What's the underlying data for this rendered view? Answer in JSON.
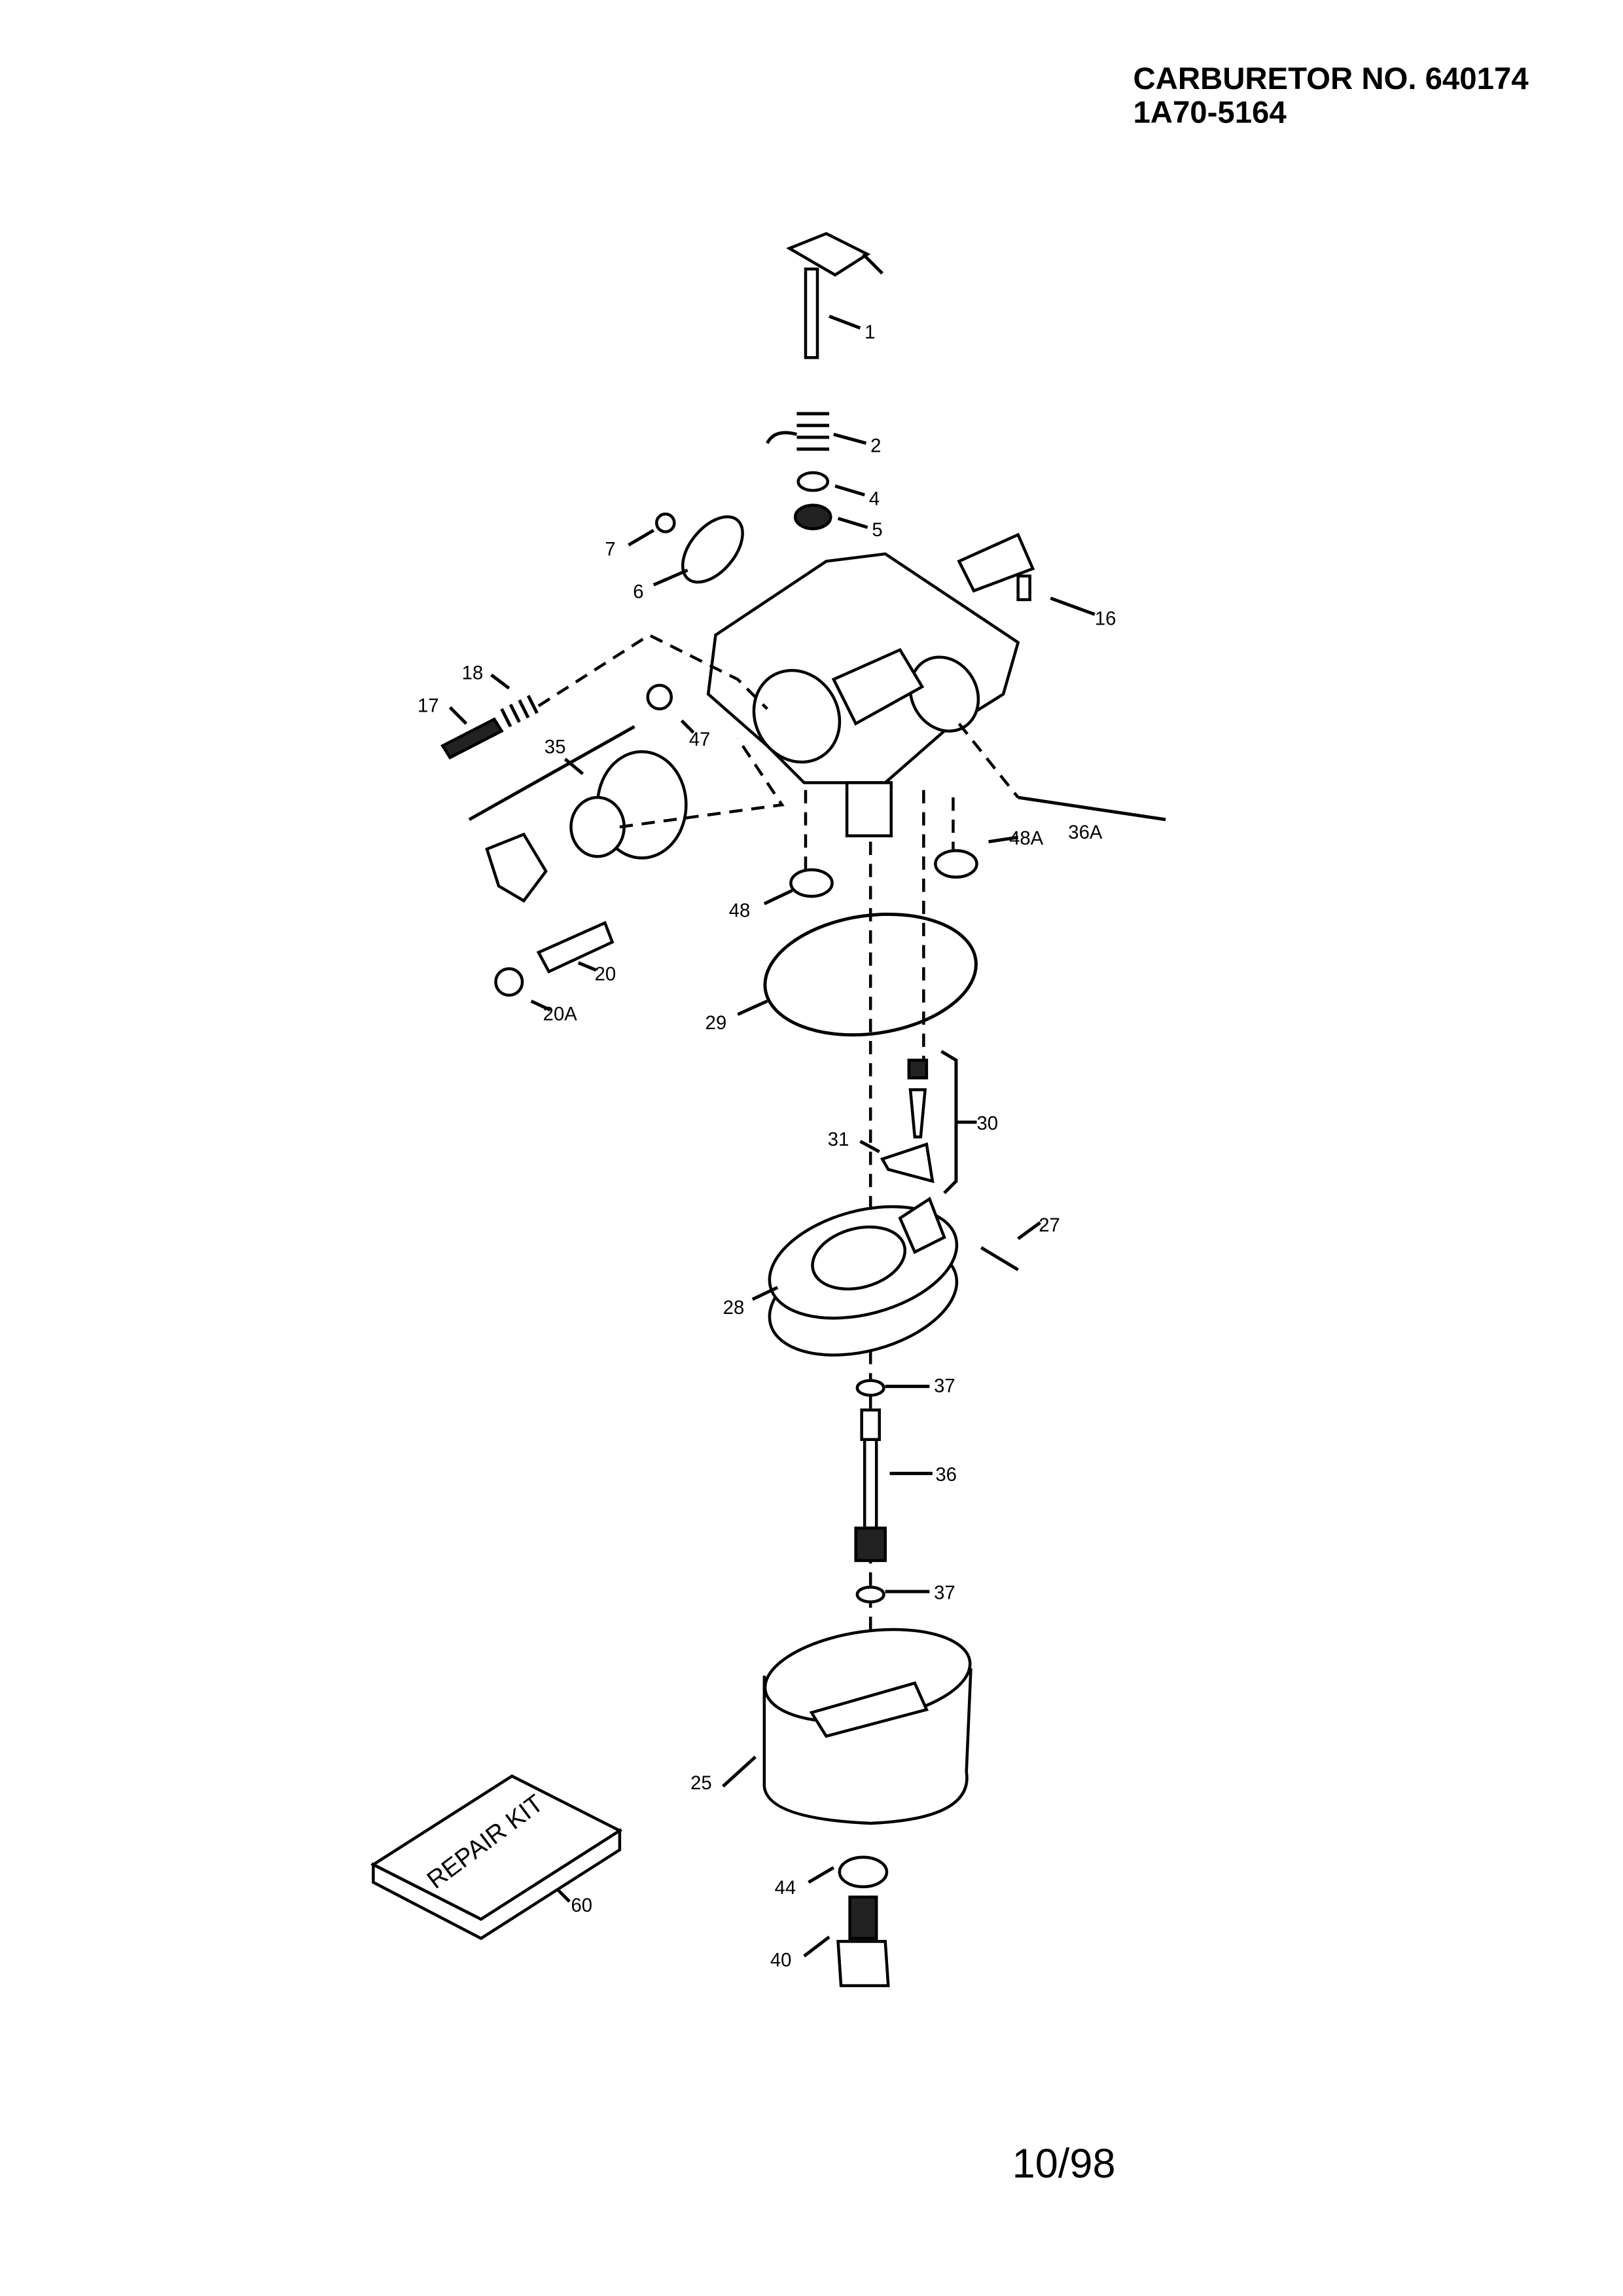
{
  "header": {
    "title": "CARBURETOR NO. 640174",
    "model": "1A70-5164"
  },
  "footer": {
    "date": "10/98"
  },
  "repair_kit": {
    "label": "REPAIR KIT"
  },
  "callouts": [
    "1",
    "2",
    "4",
    "5",
    "7",
    "6",
    "16",
    "18",
    "17",
    "47",
    "35",
    "36A",
    "48A",
    "48",
    "20",
    "20A",
    "29",
    "30",
    "31",
    "27",
    "28",
    "37",
    "36",
    "37",
    "25",
    "60",
    "44",
    "40"
  ]
}
